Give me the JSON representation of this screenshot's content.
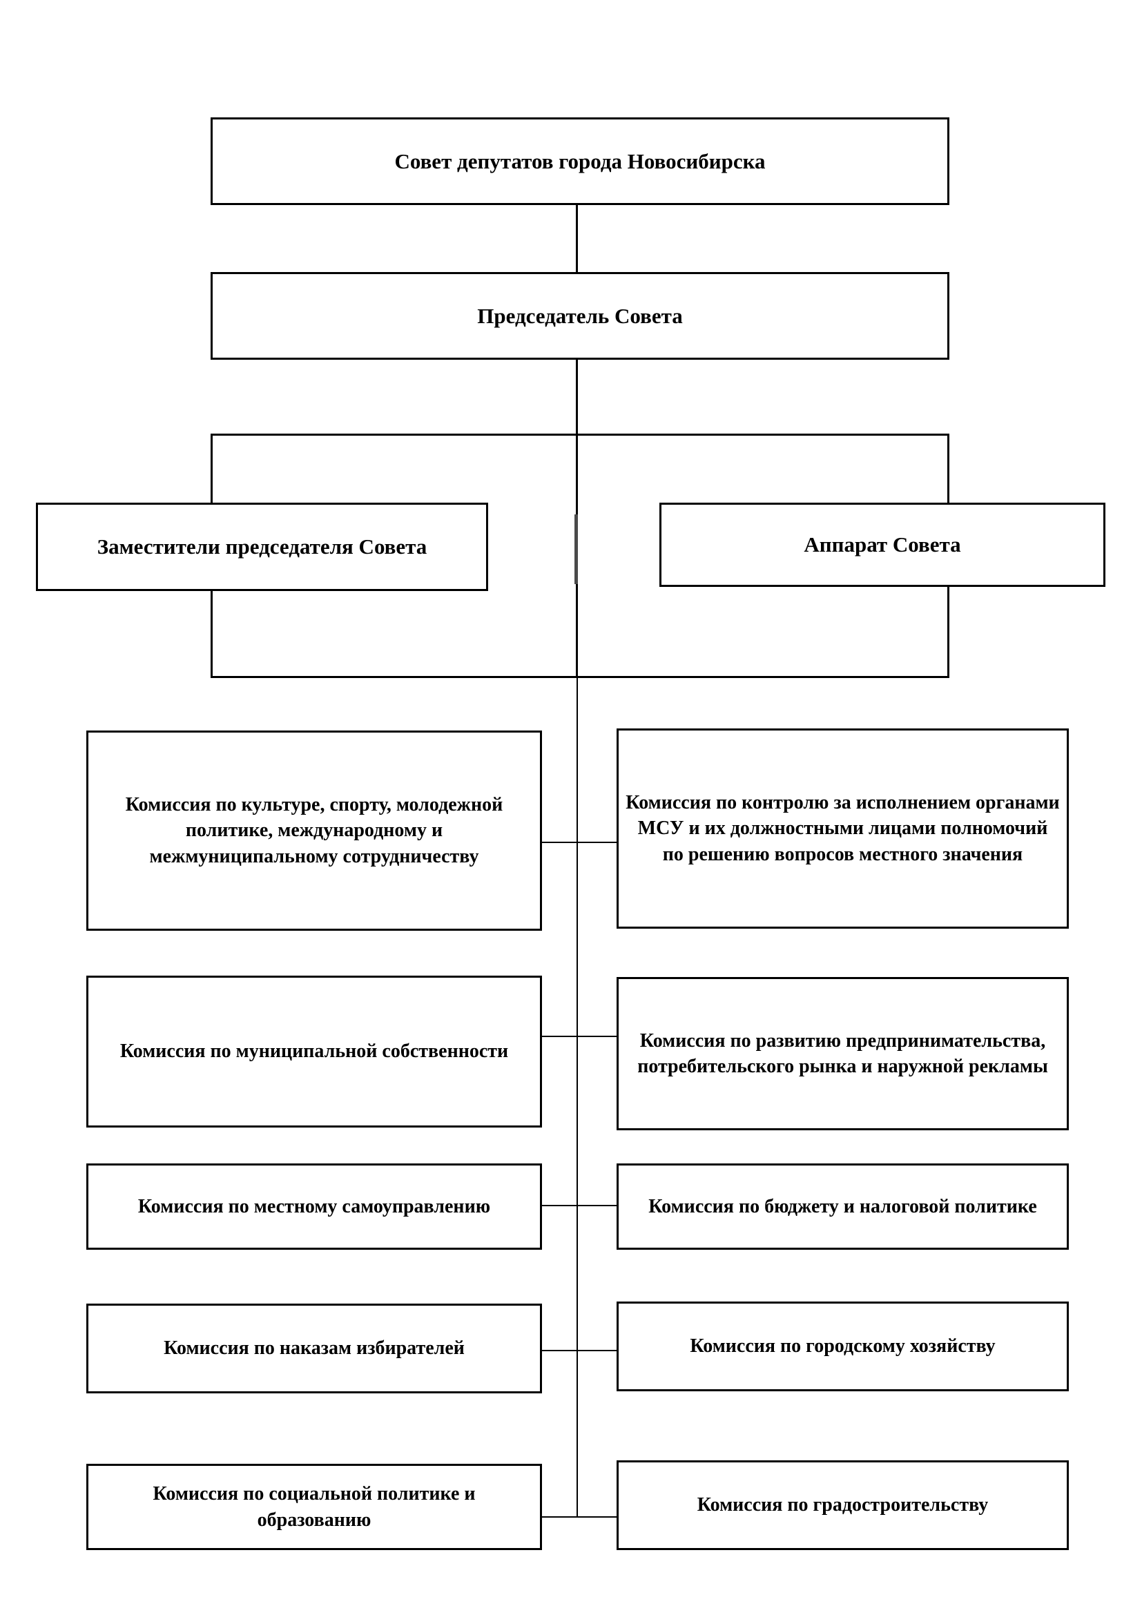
{
  "diagram": {
    "title_node": "Совет депутатов города Новосибирска",
    "chairman_node": "Председатель Совета",
    "deputies_node": "Заместители председателя Совета",
    "apparatus_node": "Аппарат Совета",
    "commissions_left": [
      "Комиссия по культуре, спорту, молодежной политике, международному и межмуниципальному сотрудничеству",
      "Комиссия по муниципальной собственности",
      "Комиссия по местному самоуправлению",
      "Комиссия по наказам избирателей",
      "Комиссия по социальной политике и образованию"
    ],
    "commissions_right": [
      "Комиссия по контролю за исполнением органами МСУ и их должностными лицами полномочий по решению вопросов местного значения",
      "Комиссия по развитию предпринимательства, потребительского рынка и наружной рекламы",
      "Комиссия по бюджету и налоговой политике",
      "Комиссия по городскому хозяйству",
      "Комиссия по градостроительству"
    ],
    "colors": {
      "line": "#000000",
      "box_border": "#000000",
      "background": "#ffffff",
      "text": "#000000",
      "stub": "#4a4a4a"
    }
  }
}
